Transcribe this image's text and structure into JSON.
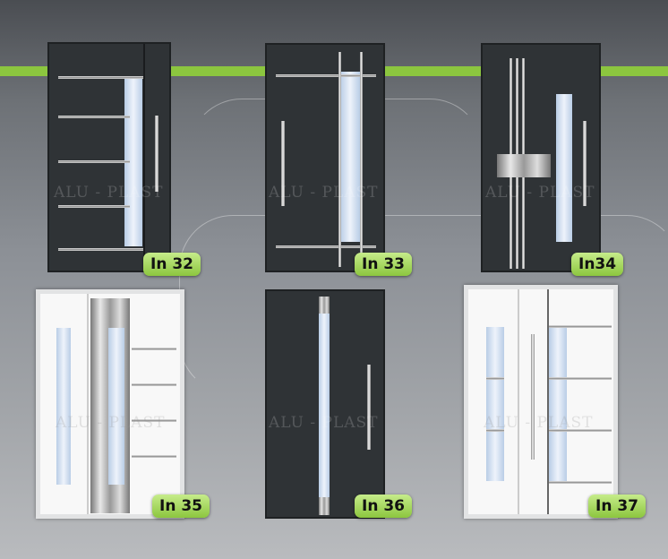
{
  "doors": [
    {
      "model": "In 32",
      "finish": "anthracite"
    },
    {
      "model": "In 33",
      "finish": "anthracite"
    },
    {
      "model": "In34",
      "finish": "anthracite"
    },
    {
      "model": "In 35",
      "finish": "white"
    },
    {
      "model": "In 36",
      "finish": "anthracite"
    },
    {
      "model": "In 37",
      "finish": "white"
    }
  ],
  "watermark": "ALU - PLAST",
  "colors": {
    "accent": "#8cc63f",
    "door_dark": "#2f3336",
    "door_white": "#f8f8f8",
    "glass": "#c9d9ee"
  }
}
